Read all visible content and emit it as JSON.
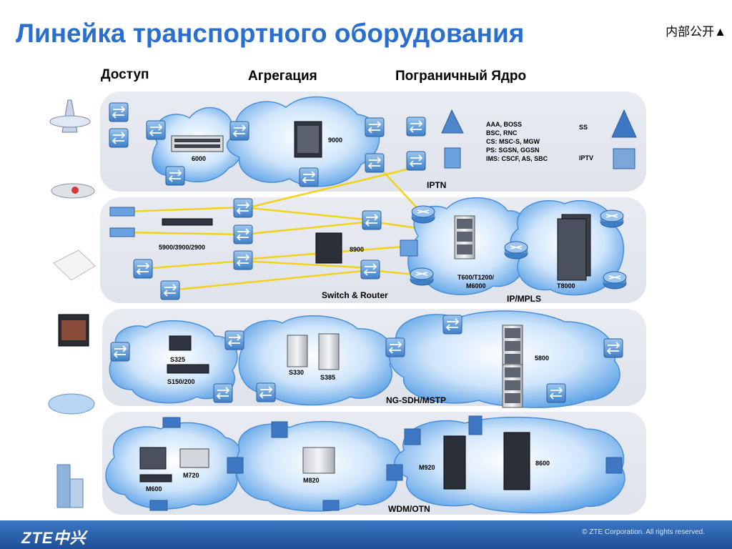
{
  "header": {
    "title": "Линейка транспортного оборудования",
    "tag": "内部公开▲"
  },
  "columns": {
    "access": "Доступ",
    "aggregation": "Агрегация",
    "border_core": "Пограничный Ядро"
  },
  "iptn_row": {
    "devices": {
      "d6000": "6000",
      "d9000": "9000"
    },
    "services_text": [
      "AAA, BOSS",
      "BSC, RNC",
      "CS: MSC-S, MGW",
      "PS: SGSN, GGSN",
      "IMS: CSCF, AS, SBC"
    ],
    "ss": "SS",
    "iptv": "IPTV",
    "network_label": "IPTN"
  },
  "ipmpls_row": {
    "d5900": "5900/3900/2900",
    "d8900": "8900",
    "t600": "T600/T1200/",
    "m6000": "M6000",
    "t8000": "T8000",
    "switch_router": "Switch & Router",
    "network_label": "IP/MPLS"
  },
  "sdh_row": {
    "s325": "S325",
    "s150": "S150/200",
    "s330": "S330",
    "s385": "S385",
    "d5800": "5800",
    "network_label": "NG-SDH/MSTP"
  },
  "wdm_row": {
    "m720": "M720",
    "m600": "M600",
    "m820": "M820",
    "m920": "M920",
    "d8600": "8600",
    "network_label": "WDM/OTN"
  },
  "footer": {
    "logo": "ZTE中兴",
    "copyright": "© ZTE Corporation. All rights reserved."
  },
  "colors": {
    "title": "#2a6fcf",
    "cloud": "#7fb8ee",
    "link": "#f2d21b",
    "footer": "#1f4f97"
  }
}
